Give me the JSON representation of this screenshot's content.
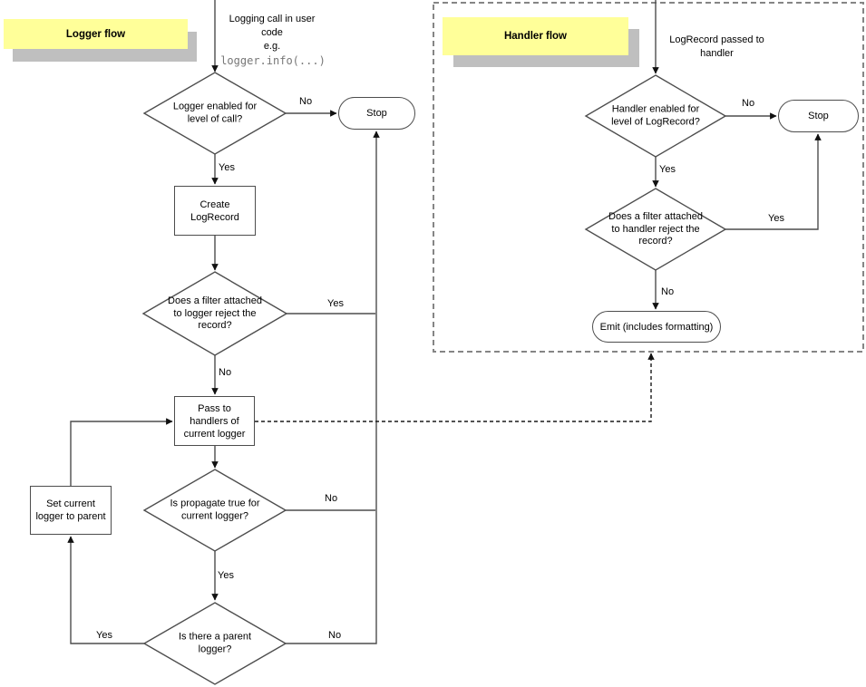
{
  "labels": {
    "yes": "Yes",
    "no": "No"
  },
  "logger_flow": {
    "title": "Logger flow",
    "entry_text": "Logging call in user\ncode\ne.g.",
    "entry_code": "logger.info(...)",
    "nodes": {
      "level_check": "Logger enabled for\nlevel of call?",
      "stop": "Stop",
      "create_logrecord": "Create\nLogRecord",
      "filter_check": "Does a filter attached\nto logger reject the\nrecord?",
      "pass_to_handlers": "Pass to\nhandlers of\ncurrent logger",
      "propagate_check": "Is propagate true for\ncurrent logger?",
      "parent_check": "Is there a parent\nlogger?",
      "set_current_to_parent": "Set current\nlogger to parent"
    }
  },
  "handler_flow": {
    "title": "Handler flow",
    "entry_text": "LogRecord passed to\nhandler",
    "nodes": {
      "level_check": "Handler enabled for\nlevel of LogRecord?",
      "stop": "Stop",
      "filter_check": "Does a filter attached\nto handler reject the\nrecord?",
      "emit": "Emit (includes formatting)"
    }
  },
  "colors": {
    "sticky_note": "#ffff99",
    "sticky_shadow": "#bfbfbf",
    "line": "#4d4d4d",
    "panel_dash": "#858585"
  }
}
